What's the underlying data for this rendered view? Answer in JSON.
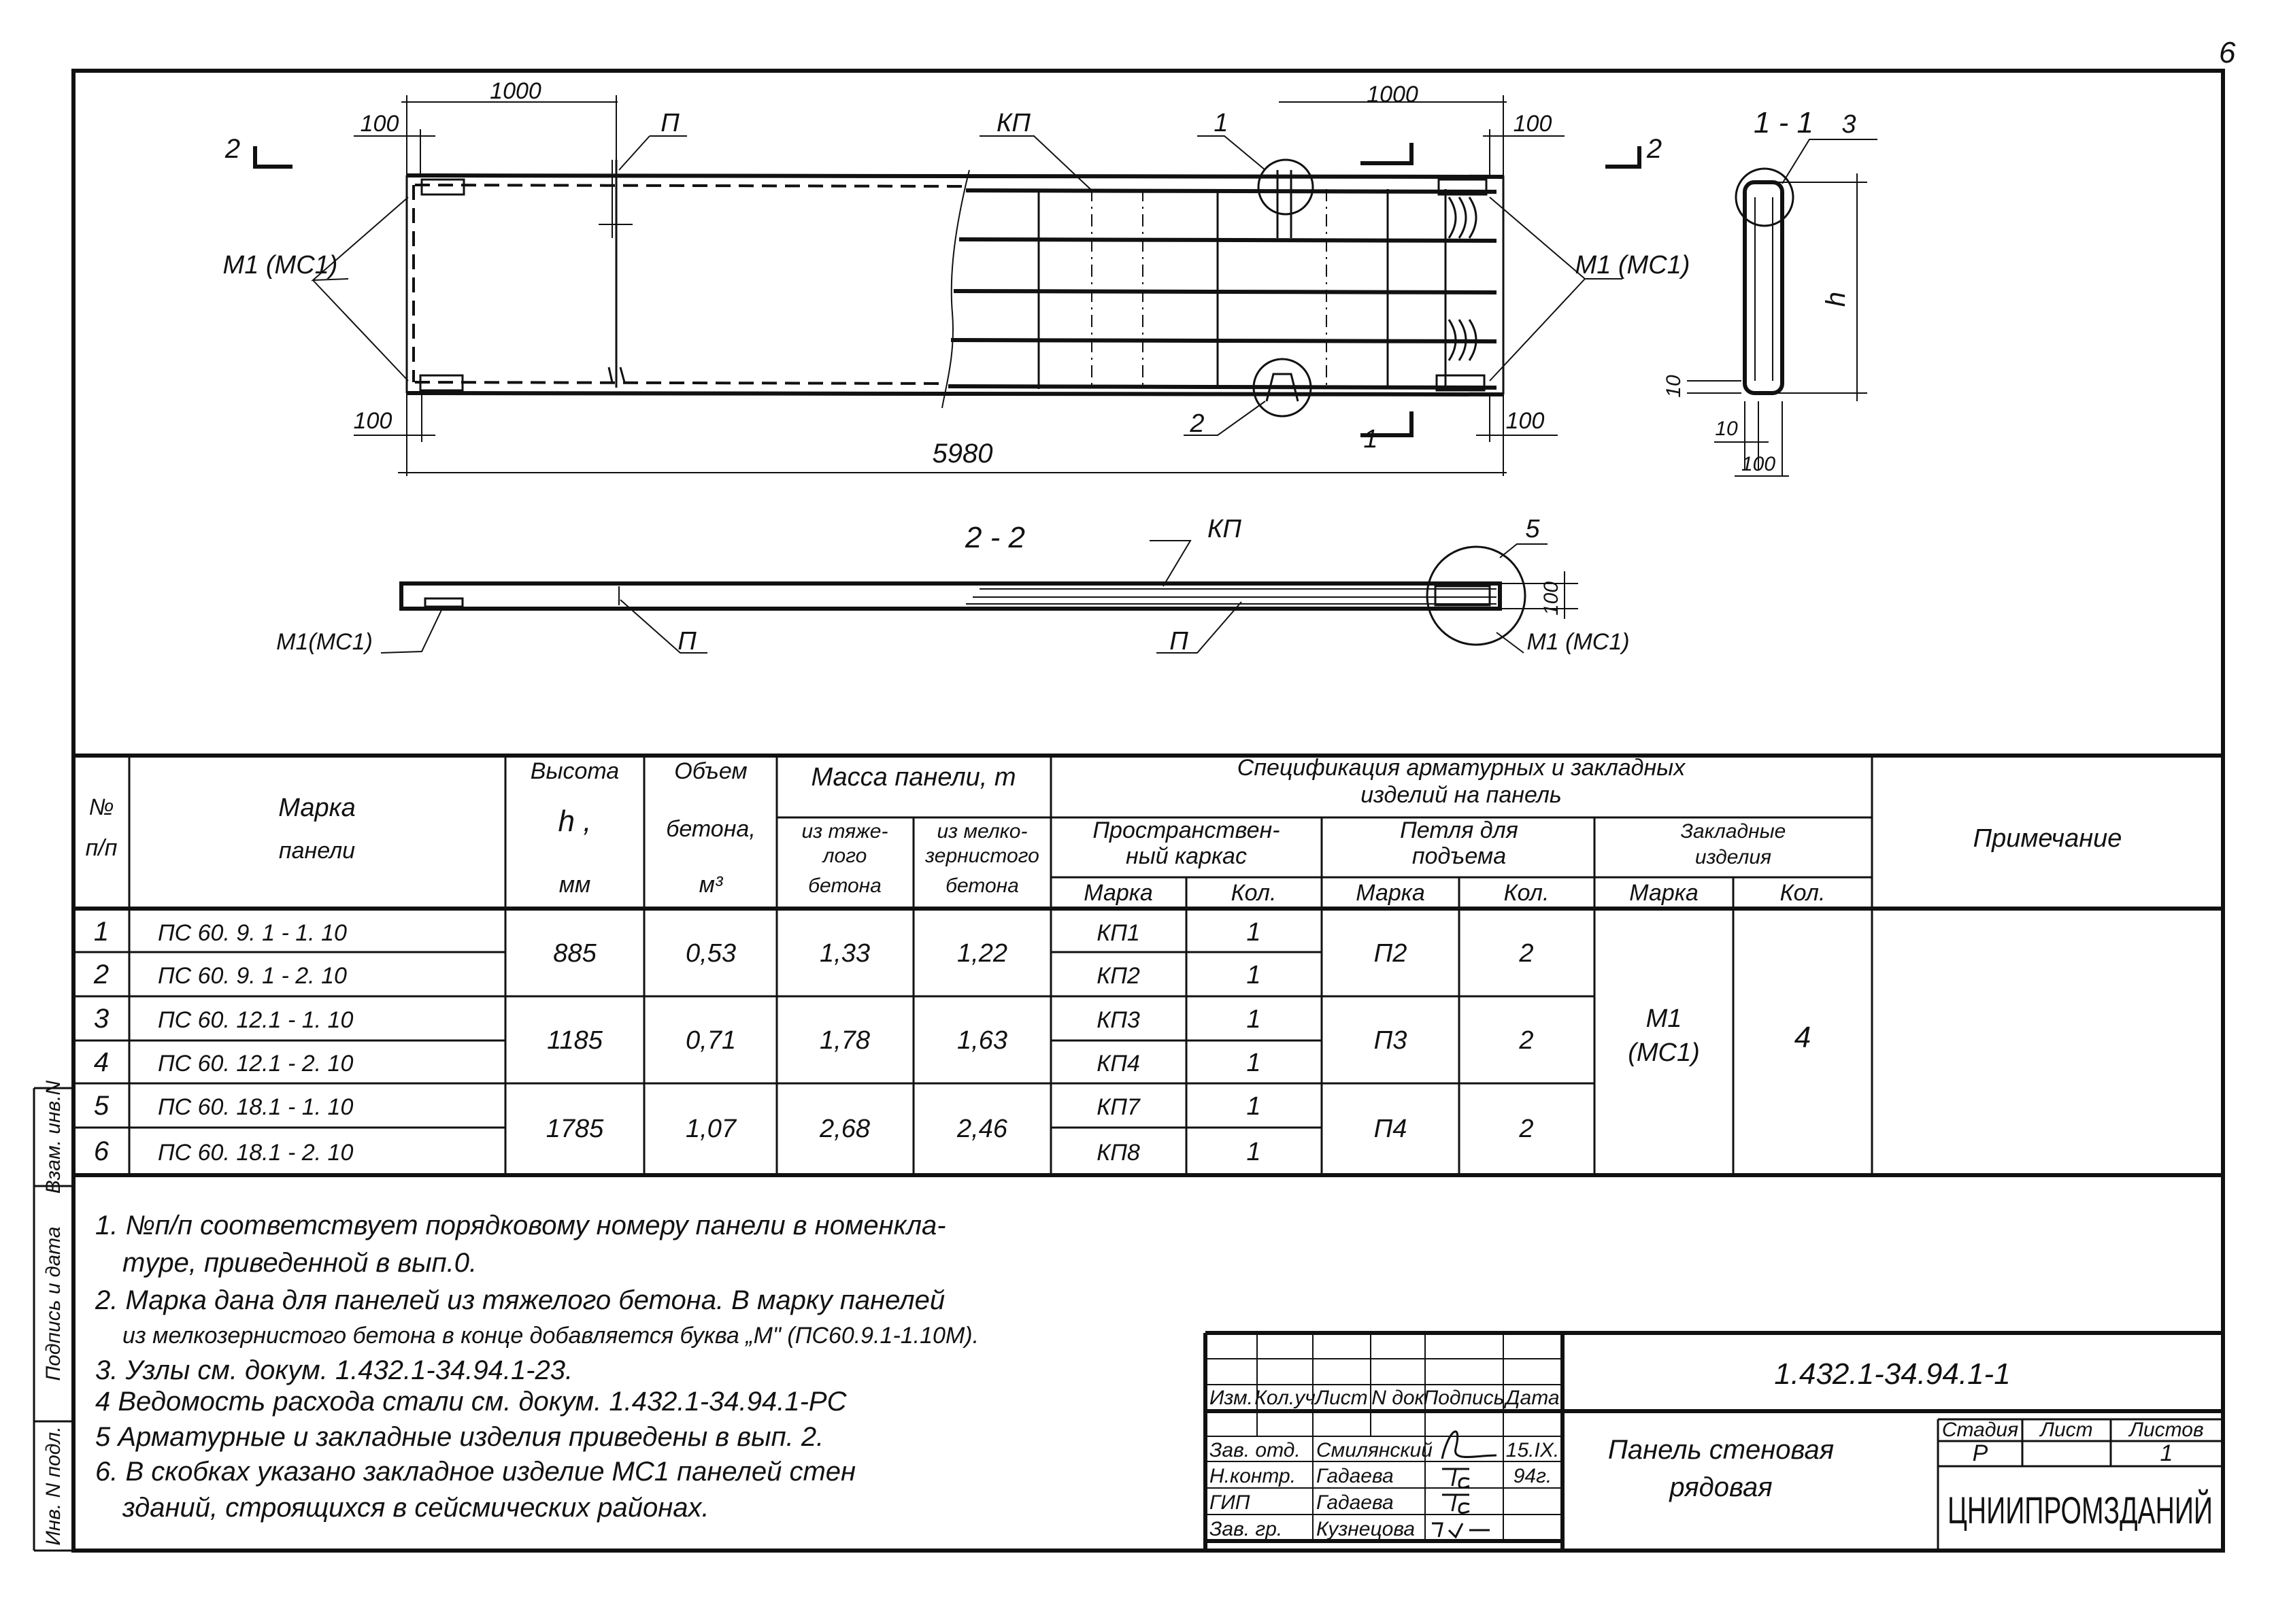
{
  "page_number": "6",
  "drawing": {
    "dim_1000_left": "1000",
    "dim_100_top_left": "100",
    "label_p_top": "П",
    "label_kp_top": "КП",
    "label_1_node": "1",
    "dim_1000_right": "1000",
    "dim_100_top_right": "100",
    "section_mark_2_left": "2",
    "section_mark_2_right": "2",
    "label_m1_left": "М1 (МС1)",
    "label_m1_right": "М1 (МС1)",
    "dim_100_bottom_left": "100",
    "label_2_node": "2",
    "section_mark_1": "1",
    "dim_100_bottom_right": "100",
    "dim_total_length": "5980",
    "section_1_title": "1 - 1",
    "label_3_node": "3",
    "dim_h": "h",
    "dim_10_a": "10",
    "dim_10_b": "10",
    "dim_100_section": "100",
    "section_2_title": "2 - 2",
    "label_kp_section": "КП",
    "label_5_node": "5",
    "dim_100_section2": "100",
    "label_m1_section_left": "М1(МС1)",
    "label_p_section_left": "П",
    "label_p_section_mid": "П",
    "label_m1_section_right": "М1 (МС1)"
  },
  "table": {
    "headers": {
      "num": [
        "№",
        "п/п"
      ],
      "mark": [
        "Марка",
        "панели"
      ],
      "height": [
        "Высота",
        "h ,",
        "мм"
      ],
      "volume": [
        "Объем",
        "бетона,",
        "м³"
      ],
      "mass": "Масса панели, т",
      "mass_heavy": [
        "из тяже-",
        "лого",
        "бетона"
      ],
      "mass_fine": [
        "из мелко-",
        "зернистого",
        "бетона"
      ],
      "spec": [
        "Спецификация арматурных и закладных",
        "изделий на панель"
      ],
      "frame": [
        "Пространствен-",
        "ный каркас"
      ],
      "loop": [
        "Петля для",
        "подъема"
      ],
      "embedded": [
        "Закладные",
        "изделия"
      ],
      "sub_mark": "Марка",
      "sub_qty": "Кол.",
      "note": "Примечание"
    },
    "rows": [
      {
        "num": "1",
        "mark": "ПС 60. 9. 1 - 1. 10",
        "frame": "КП1",
        "frame_qty": "1"
      },
      {
        "num": "2",
        "mark": "ПС 60. 9. 1 - 2. 10",
        "frame": "КП2",
        "frame_qty": "1"
      },
      {
        "num": "3",
        "mark": "ПС 60. 12.1 - 1. 10",
        "frame": "КП3",
        "frame_qty": "1"
      },
      {
        "num": "4",
        "mark": "ПС 60. 12.1 - 2. 10",
        "frame": "КП4",
        "frame_qty": "1"
      },
      {
        "num": "5",
        "mark": "ПС 60. 18.1 - 1. 10",
        "frame": "КП7",
        "frame_qty": "1"
      },
      {
        "num": "6",
        "mark": "ПС 60. 18.1 - 2. 10",
        "frame": "КП8",
        "frame_qty": "1"
      }
    ],
    "groups": [
      {
        "height": "885",
        "volume": "0,53",
        "mass_heavy": "1,33",
        "mass_fine": "1,22",
        "loop": "П2",
        "loop_qty": "2"
      },
      {
        "height": "1185",
        "volume": "0,71",
        "mass_heavy": "1,78",
        "mass_fine": "1,63",
        "loop": "П3",
        "loop_qty": "2"
      },
      {
        "height": "1785",
        "volume": "1,07",
        "mass_heavy": "2,68",
        "mass_fine": "2,46",
        "loop": "П4",
        "loop_qty": "2"
      }
    ],
    "embedded_mark": [
      "М1",
      "(МС1)"
    ],
    "embedded_qty": "4"
  },
  "notes": [
    "1. №п/п соответствует порядковому номеру панели в номенкла-",
    "тyре, приведенной в вып.0.",
    "2. Марка дана для панелей из тяжелого бетона. В марку панелей",
    "из мелкозернистого бетона в конце добавляется буква „М\" (ПС60.9.1-1.10М).",
    "3. Узлы см. докум. 1.432.1-34.94.1-23.",
    "4 Ведомость расхода стали см. докум. 1.432.1-34.94.1-РС",
    "5 Арматурные и закладные изделия приведены в вып. 2.",
    "6. В скобках указано закладное изделие МС1 панелей стен",
    "зданий, строящихся в сейсмических районах."
  ],
  "side_stamp": [
    "Инв. N подл.",
    "Подпись и дата",
    "Взам. инв.N"
  ],
  "title_block": {
    "doc_code": "1.432.1-34.94.1-1",
    "title": [
      "Панель стеновая",
      "рядовая"
    ],
    "col_headers": [
      "Изм.",
      "Кол.уч",
      "Лист",
      "N док",
      "Подпись",
      "Дата"
    ],
    "people": [
      {
        "role": "Зав. отд.",
        "name": "Смилянский",
        "date": "15.IX."
      },
      {
        "role": "Н.контр.",
        "name": "Гадаева",
        "date": "94г."
      },
      {
        "role": "ГИП",
        "name": "Гадаева",
        "date": ""
      },
      {
        "role": "Зав. гр.",
        "name": "Кузнецова",
        "date": ""
      }
    ],
    "stage_label": "Стадия",
    "sheet_label": "Лист",
    "sheets_label": "Листов",
    "stage": "Р",
    "sheet": "",
    "sheets": "1",
    "organization": "ЦНИИПРОМЗДАНИЙ"
  }
}
